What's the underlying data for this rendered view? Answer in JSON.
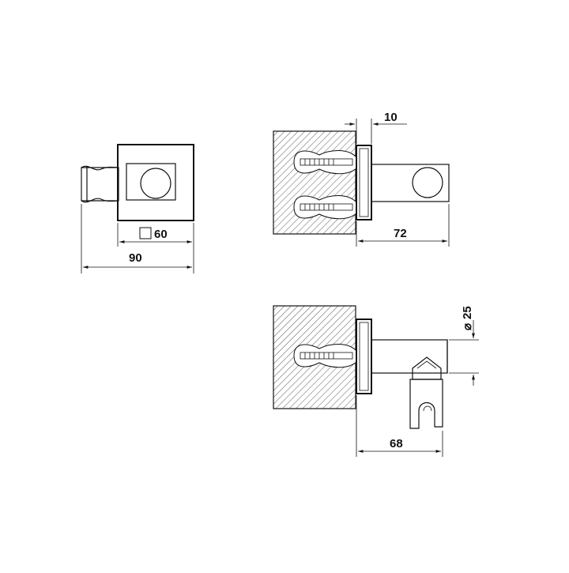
{
  "dimensions": {
    "square_prefix_symbol": "□",
    "square_value": "60",
    "total_width": "90",
    "wall_plate_thickness": "10",
    "projection_side": "72",
    "diameter_prefix_symbol": "⌀",
    "diameter_value": "25",
    "projection_bottom": "68"
  },
  "colors": {
    "line": "#111111",
    "background": "#ffffff"
  }
}
